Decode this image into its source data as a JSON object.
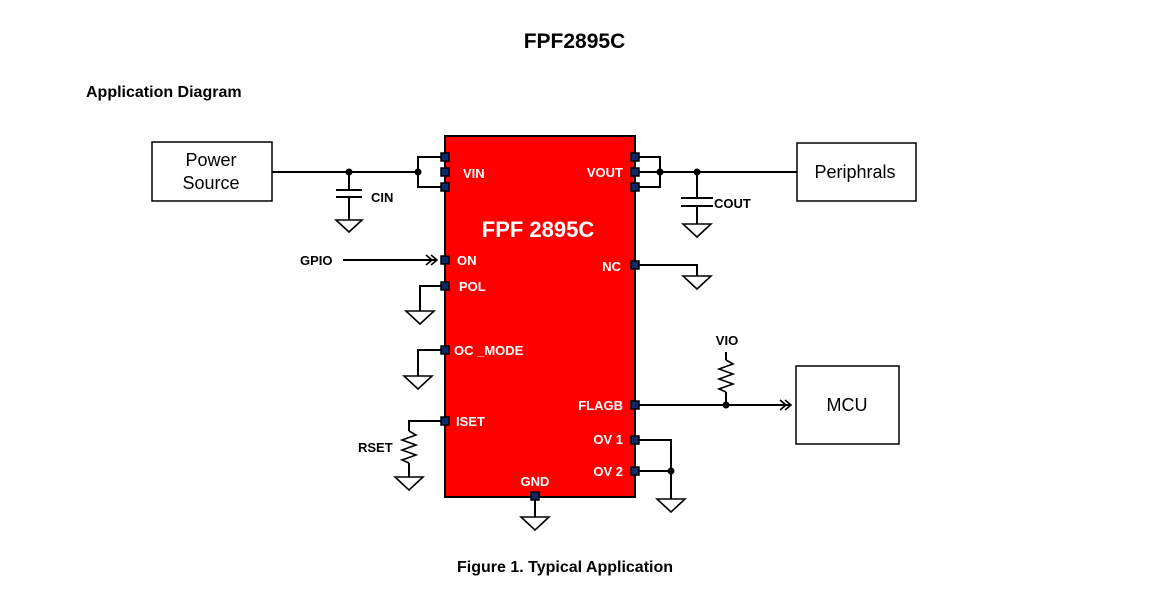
{
  "document": {
    "title": "FPF2895C",
    "section_title": "Application Diagram",
    "figure_caption": "Figure 1. Typical Application"
  },
  "diagram": {
    "chip": {
      "name": "FPF 2895C",
      "fill_color": "#ff0000",
      "pin_color": "#0a2a6b",
      "left_pins": [
        "VIN",
        "ON",
        "POL",
        "OC _MODE",
        "ISET"
      ],
      "right_pins": [
        "VOUT",
        "NC",
        "FLAGB",
        "OV 1",
        "OV 2"
      ],
      "bottom_pins": [
        "GND"
      ]
    },
    "blocks": {
      "power_source": [
        "Power",
        "Source"
      ],
      "peripherals": "Periphrals",
      "mcu": "MCU"
    },
    "components": {
      "cin": "CIN",
      "cout": "COUT",
      "rset": "RSET",
      "vio": "VIO"
    },
    "signals": {
      "gpio": "GPIO"
    }
  }
}
